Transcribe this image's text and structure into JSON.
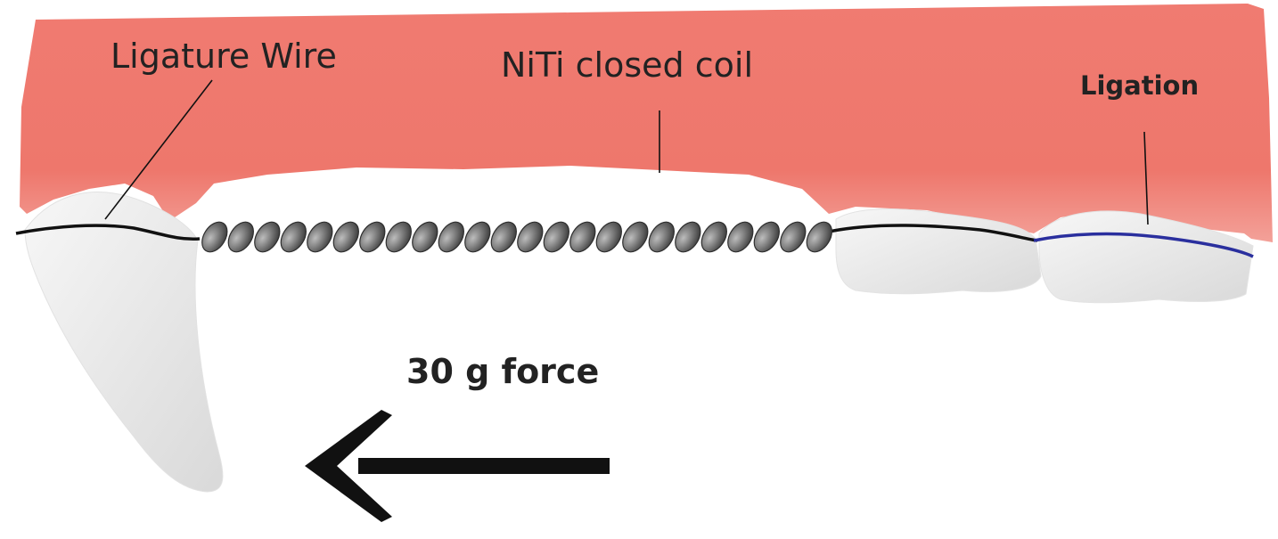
{
  "labels": {
    "ligature_wire": "Ligature Wire",
    "coil": "NiTi closed coil",
    "ligation": "Ligation",
    "force": "30 g force"
  },
  "colors": {
    "gingiva": "#ef7a70",
    "gingiva_light": "#f6a39b",
    "tooth": "#ebebeb",
    "tooth_shadow": "#cfcfcf",
    "wire": "#111111",
    "ligation_wire": "#2a2f9e",
    "coil": "#6b6b6b",
    "arrow": "#111111"
  },
  "coil_turns": 24,
  "arrow_direction": "left"
}
